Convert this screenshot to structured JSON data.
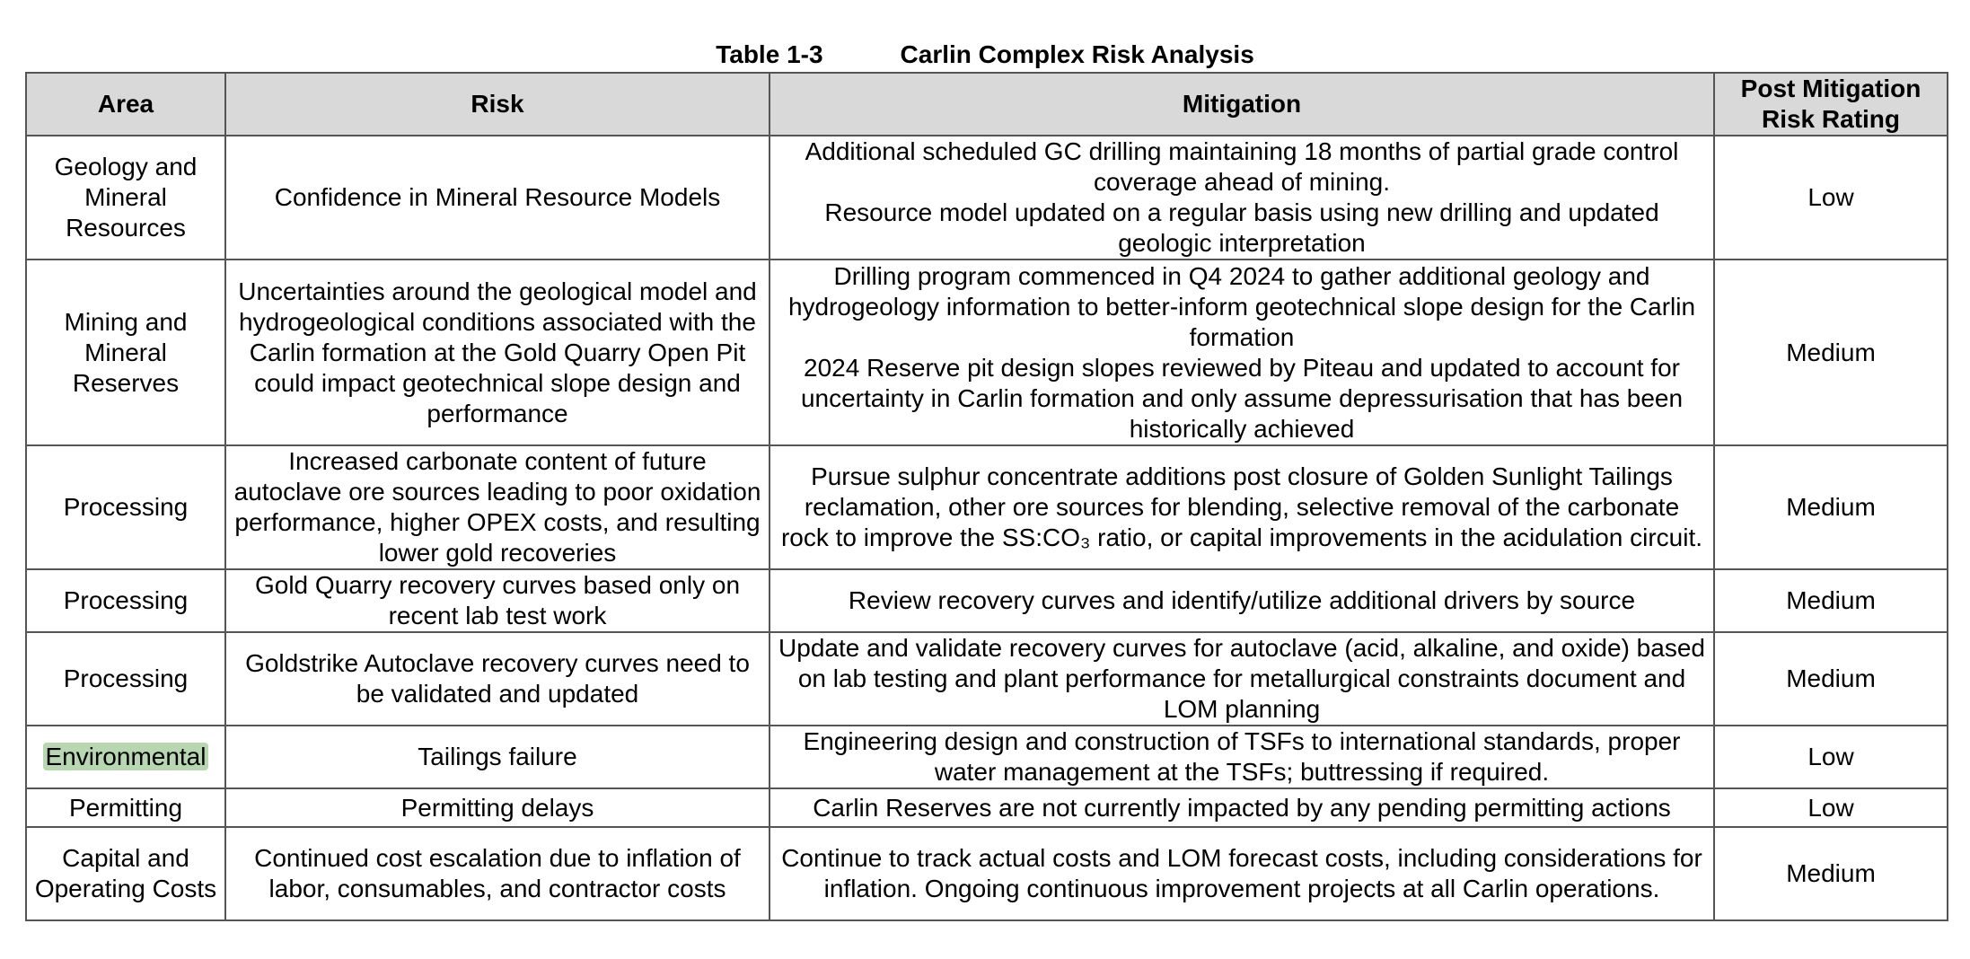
{
  "caption": {
    "number": "Table 1-3",
    "title": "Carlin Complex Risk Analysis"
  },
  "headers": {
    "area": "Area",
    "risk": "Risk",
    "mitigation": "Mitigation",
    "rating_line1": "Post Mitigation",
    "rating_line2": "Risk Rating"
  },
  "rows": [
    {
      "area": "Geology and Mineral Resources",
      "risk": "Confidence in Mineral Resource Models",
      "mitigation": [
        "Additional scheduled GC drilling maintaining 18 months of partial grade control coverage ahead of mining.",
        "Resource model updated on a regular basis using new drilling and updated geologic interpretation"
      ],
      "rating": "Low"
    },
    {
      "area": "Mining and Mineral Reserves",
      "risk": "Uncertainties around the geological model and hydrogeological conditions associated with the Carlin formation at the Gold Quarry Open Pit could impact geotechnical slope design and performance",
      "mitigation": [
        "Drilling program commenced in Q4 2024 to gather additional geology and hydrogeology information to better-inform geotechnical slope design for the Carlin formation",
        "2024 Reserve pit design slopes reviewed by Piteau and updated to account for uncertainty in Carlin formation and only assume depressurisation that has been historically achieved"
      ],
      "rating": "Medium"
    },
    {
      "area": "Processing",
      "risk": "Increased carbonate content of future autoclave ore sources leading to poor oxidation performance, higher OPEX costs, and resulting lower gold recoveries",
      "mitigation": [
        "Pursue sulphur concentrate additions post closure of Golden Sunlight Tailings reclamation, other ore sources for blending, selective removal of the carbonate rock to improve the SS:CO₃ ratio, or capital improvements in the acidulation circuit."
      ],
      "rating": "Medium"
    },
    {
      "area": "Processing",
      "risk": "Gold Quarry recovery curves based only on recent lab test work",
      "mitigation": [
        "Review recovery curves and identify/utilize additional drivers by source"
      ],
      "rating": "Medium"
    },
    {
      "area": "Processing",
      "risk": "Goldstrike Autoclave recovery curves need to be validated and updated",
      "mitigation": [
        "Update and validate recovery curves for autoclave (acid, alkaline, and oxide) based on lab testing and plant performance for metallurgical constraints document and LOM planning"
      ],
      "rating": "Medium"
    },
    {
      "area": "Environmental",
      "risk": "Tailings failure",
      "mitigation": [
        "Engineering design and construction of TSFs to international standards, proper water management at the TSFs; buttressing if required."
      ],
      "rating": "Low"
    },
    {
      "area": "Permitting",
      "risk": "Permitting delays",
      "mitigation": [
        "Carlin Reserves are not currently impacted by any pending permitting actions"
      ],
      "rating": "Low"
    },
    {
      "area": "Capital and Operating Costs",
      "risk": "Continued cost escalation due to inflation of labor, consumables, and contractor costs",
      "mitigation": [
        "Continue to track actual costs and LOM forecast costs, including considerations for inflation. Ongoing continuous improvement projects at all Carlin operations."
      ],
      "rating": "Medium"
    }
  ],
  "colors": {
    "header_bg": "#d9d9d9",
    "highlight": "#b7d7b0",
    "border": "#555555"
  }
}
